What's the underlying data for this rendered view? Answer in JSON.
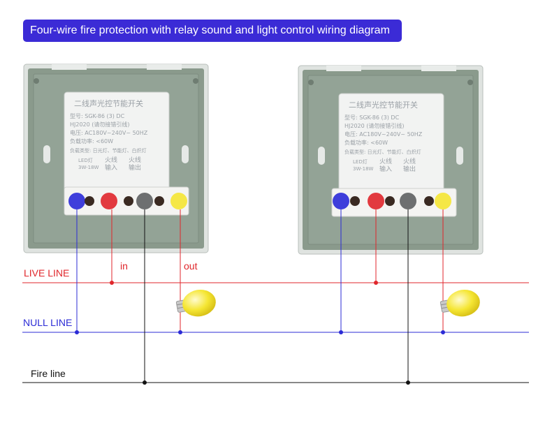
{
  "title": "Four-wire fire protection with relay sound and light control wiring diagram",
  "lines": {
    "live": "LIVE LINE",
    "null": "NULL LINE",
    "fire": "Fire line"
  },
  "terminals": {
    "in": "in",
    "out": "out"
  },
  "switch_label": {
    "line1": "二线声光控节能开关",
    "line2": "型号: SGK-86 (3) DC",
    "line3": "HJ2020 (请勿接错引线)",
    "line4": "电压: AC180V~240V~ 50HZ",
    "line5": "负载功率: <60W",
    "line6": "负载类型: 日光灯、节能灯、白炽灯",
    "col1a": "LED灯",
    "col1b": "3W-18W",
    "col2a": "火线",
    "col2b": "输入",
    "col3a": "火线",
    "col3b": "输出"
  },
  "colors": {
    "banner": "#3b2bd6",
    "live": "#e0262b",
    "null": "#2b2bd6",
    "fire": "#111111",
    "bulb": "#f5e633",
    "plate": "#8a9a8c"
  },
  "icons": [
    "light-bulb-icon"
  ]
}
